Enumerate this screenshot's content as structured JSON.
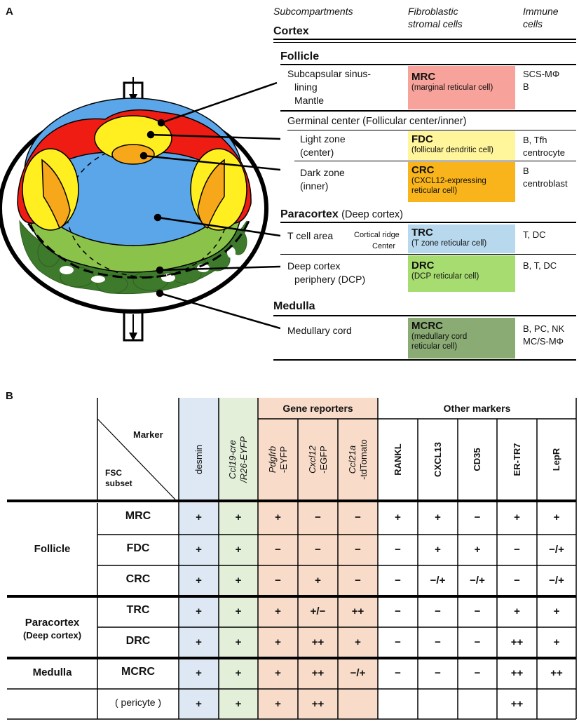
{
  "panel_a": {
    "label": "A",
    "headers": {
      "subcompartments": "Subcompartments",
      "fibroblastic": "Fibroblastic stromal cells",
      "immune": "Immune cells"
    },
    "cortex": "Cortex",
    "follicle": "Follicle",
    "subcapsular": {
      "l1": "Subcapsular sinus-",
      "l2": "lining",
      "l3": "Mantle",
      "abbr": "MRC",
      "full": "(marginal reticular cell)",
      "immune1": "SCS-MΦ",
      "immune2": "B"
    },
    "germinal_center": "Germinal center (Follicular center/inner)",
    "light_zone": {
      "l1": "Light zone",
      "l2": "(center)",
      "abbr": "FDC",
      "full": "(follicular dendritic cell)",
      "immune1": "B, Tfh",
      "immune2": "centrocyte"
    },
    "dark_zone": {
      "l1": "Dark zone",
      "l2": "(inner)",
      "abbr": "CRC",
      "full1": "(CXCL12-expressing",
      "full2": "reticular cell)",
      "immune1": "B",
      "immune2": "centroblast"
    },
    "paracortex": "Paracortex",
    "paracortex_sub": "(Deep cortex)",
    "t_cell_area": {
      "l1": "T cell area",
      "ridge": "Cortical ridge",
      "center": "Center",
      "abbr": "TRC",
      "full": "(T zone reticular cell)",
      "immune1": "T, DC"
    },
    "deep_cortex": {
      "l1": "Deep cortex",
      "l2": "periphery (DCP)",
      "abbr": "DRC",
      "full": "(DCP reticular cell)",
      "immune1": "B, T, DC"
    },
    "medulla": "Medulla",
    "medullary_cord": {
      "l1": "Medullary cord",
      "abbr": "MCRC",
      "full1": "(medullary cord",
      "full2": "reticular cell)",
      "immune1": "B, PC, NK",
      "immune2": "MC/S-MΦ"
    }
  },
  "panel_b": {
    "label": "B",
    "corner_marker": "Marker",
    "corner_subset1": "FSC",
    "corner_subset2": "subset",
    "group_gene": "Gene reporters",
    "group_other": "Other markers",
    "columns": [
      {
        "a": "desmin",
        "b": ""
      },
      {
        "a": "Ccl19-cre",
        "b": "/R26-EYFP"
      },
      {
        "a": "Pdgfrb",
        "b": "-EYFP"
      },
      {
        "a": "Cxcl12",
        "b": "-EGFP"
      },
      {
        "a": "Ccl21a",
        "b": "-tdTomato"
      },
      {
        "a": "RANKL",
        "b": ""
      },
      {
        "a": "CXCL13",
        "b": ""
      },
      {
        "a": "CD35",
        "b": ""
      },
      {
        "a": "ER-TR7",
        "b": ""
      },
      {
        "a": "LepR",
        "b": ""
      }
    ],
    "groups": {
      "follicle": "Follicle",
      "paracortex1": "Paracortex",
      "paracortex2": "(Deep cortex)",
      "medulla": "Medulla"
    },
    "rows": [
      {
        "name": "MRC",
        "cells": [
          "+",
          "+",
          "+",
          "−",
          "−",
          "+",
          "+",
          "−",
          "+",
          "+"
        ]
      },
      {
        "name": "FDC",
        "cells": [
          "+",
          "+",
          "−",
          "−",
          "−",
          "−",
          "+",
          "+",
          "−",
          "−/+"
        ]
      },
      {
        "name": "CRC",
        "cells": [
          "+",
          "+",
          "−",
          "+",
          "−",
          "−",
          "−/+",
          "−/+",
          "−",
          "−/+"
        ]
      },
      {
        "name": "TRC",
        "cells": [
          "+",
          "+",
          "+",
          "+/−",
          "++",
          "−",
          "−",
          "−",
          "+",
          "+"
        ]
      },
      {
        "name": "DRC",
        "cells": [
          "+",
          "+",
          "+",
          "++",
          "+",
          "−",
          "−",
          "−",
          "++",
          "+"
        ]
      },
      {
        "name": "MCRC",
        "cells": [
          "+",
          "+",
          "+",
          "++",
          "−/+",
          "−",
          "−",
          "−",
          "++",
          "++"
        ]
      },
      {
        "name": "( pericyte )",
        "cells": [
          "+",
          "+",
          "+",
          "++",
          "",
          "",
          "",
          "",
          "++",
          ""
        ]
      }
    ]
  }
}
